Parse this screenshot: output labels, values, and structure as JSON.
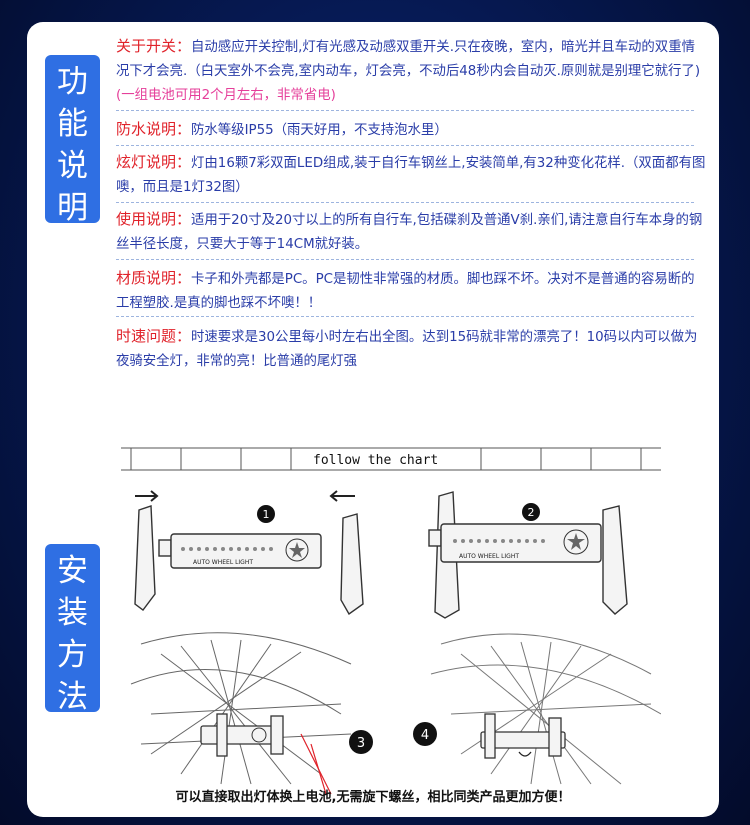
{
  "tags": {
    "function": [
      "功",
      "能",
      "说",
      "明"
    ],
    "install": [
      "安",
      "装",
      "方",
      "法"
    ]
  },
  "sections": [
    {
      "label": "关于开关：",
      "text": "自动感应开关控制,灯有光感及动感双重开关.只在夜晚，室内，暗光并且车动的双重情况下才会亮.（白天室外不会亮,室内动车，灯会亮，不动后48秒内会自动灭.原则就是别理它就行了)",
      "highlight": "(一组电池可用2个月左右，非常省电)"
    },
    {
      "label": "防水说明：",
      "text": "防水等级IP55（雨天好用，不支持泡水里）"
    },
    {
      "label": "炫灯说明：",
      "text": "灯由16颗7彩双面LED组成,装于自行车钢丝上,安装简单,有32种变化花样.（双面都有图噢，而且是1灯32图）"
    },
    {
      "label": "使用说明：",
      "text": "适用于20寸及20寸以上的所有自行车,包括碟刹及普通V刹.亲们,请注意自行车本身的钢丝半径长度，只要大于等于14CM就好装。"
    },
    {
      "label": "材质说明：",
      "text": "卡子和外壳都是PC。PC是韧性非常强的材质。脚也踩不坏。决对不是普通的容易断的工程塑胶.是真的脚也踩不坏噢！！"
    },
    {
      "label": "时速问题：",
      "text": "时速要求是30公里每小时左右出全图。达到15码就非常的漂亮了！10码以内可以做为夜骑安全灯，非常的亮！比普通的尾灯强"
    }
  ],
  "diagram": {
    "header": "follow  the chart",
    "steps": [
      "1",
      "2",
      "3",
      "4"
    ],
    "product_label": "AUTO WHEEL LIGHT"
  },
  "caption": "可以直接取出灯体换上电池,无需旋下螺丝，相比同类产品更加方便！",
  "colors": {
    "tag_bg": "#2f6fe3",
    "label": "#e0222a",
    "body": "#2a3da8",
    "highlight": "#e53f9a"
  }
}
